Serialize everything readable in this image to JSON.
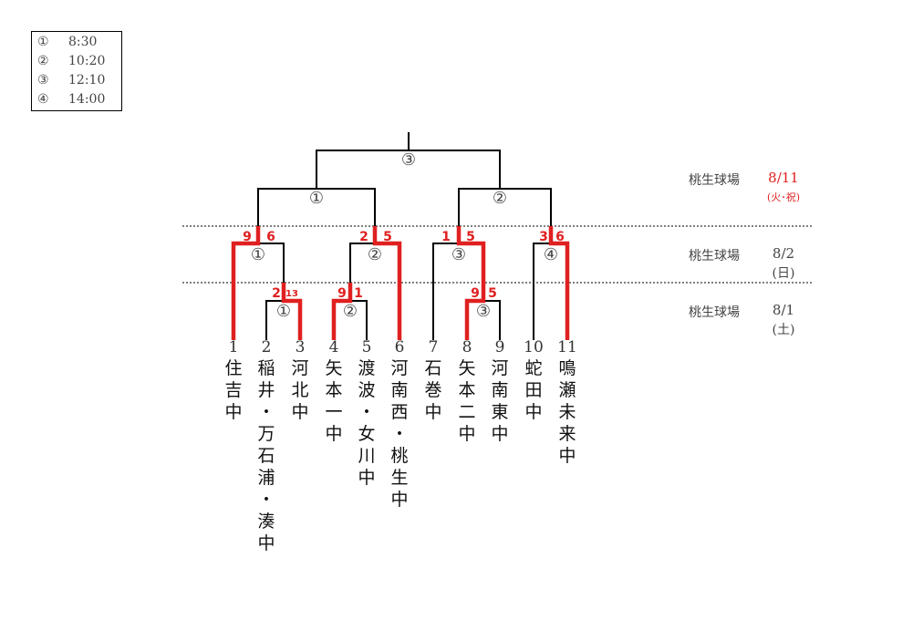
{
  "legend": [
    {
      "mark": "①",
      "time": "8:30"
    },
    {
      "mark": "②",
      "time": "10:20"
    },
    {
      "mark": "③",
      "time": "12:10"
    },
    {
      "mark": "④",
      "time": "14:00"
    }
  ],
  "schedule": [
    {
      "venue": "桃生球場",
      "date": "8/11",
      "day": "(火･祝)"
    },
    {
      "venue": "桃生球場",
      "date": "8/2",
      "day": "(日)"
    },
    {
      "venue": "桃生球場",
      "date": "8/1",
      "day": "(土)"
    }
  ],
  "teams": [
    {
      "num": "1",
      "name": "住\n吉\n中"
    },
    {
      "num": "2",
      "name": "稲\n井\n・\n万\n石\n浦\n・\n湊\n中"
    },
    {
      "num": "3",
      "name": "河\n北\n中"
    },
    {
      "num": "4",
      "name": "矢\n本\n一\n中"
    },
    {
      "num": "5",
      "name": "渡\n波\n・\n女\n川\n中"
    },
    {
      "num": "6",
      "name": "河\n南\n西\n・\n桃\n生\n中"
    },
    {
      "num": "7",
      "name": "石\n巻\n中"
    },
    {
      "num": "8",
      "name": "矢\n本\n二\n中"
    },
    {
      "num": "9",
      "name": "河\n南\n東\n中"
    },
    {
      "num": "10",
      "name": "蛇\n田\n中"
    },
    {
      "num": "11",
      "name": "鳴\n瀬\n未\n来\n中"
    }
  ],
  "match_marks": {
    "r1": [
      "①",
      "②",
      "③"
    ],
    "r2": [
      "①",
      "②",
      "③",
      "④"
    ],
    "semi": [
      "①",
      "②"
    ],
    "final": "③"
  },
  "scores": {
    "r1": [
      [
        "2",
        "13"
      ],
      [
        "9",
        "1"
      ],
      [
        "9",
        "5"
      ]
    ],
    "r2": [
      [
        "9",
        "6"
      ],
      [
        "2",
        "5"
      ],
      [
        "1",
        "5"
      ],
      [
        "3",
        "6"
      ]
    ]
  }
}
